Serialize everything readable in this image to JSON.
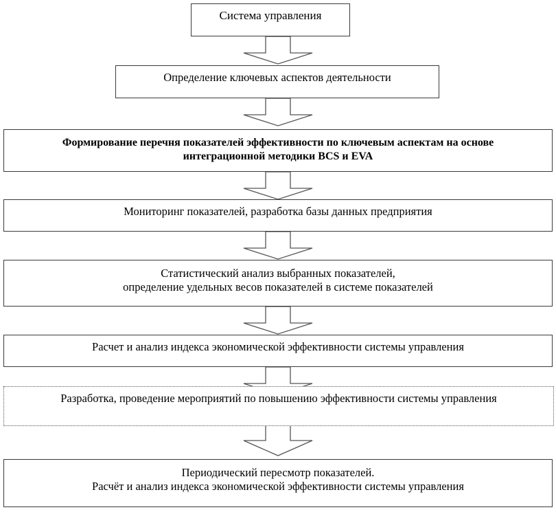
{
  "diagram": {
    "type": "flowchart",
    "orientation": "vertical-top-down",
    "language": "ru",
    "title_node": "Система управления",
    "colors": {
      "background": "#ffffff",
      "box_border": "#3a3a3a",
      "dotted_border": "#555555",
      "arrow_stroke": "#555555",
      "text": "#000000"
    },
    "nodes": [
      {
        "id": "n1",
        "label": "Система управления",
        "style": "solid",
        "emphasis": "normal"
      },
      {
        "id": "n2",
        "label": "Определение ключевых аспектов деятельности",
        "style": "solid",
        "emphasis": "normal"
      },
      {
        "id": "n3",
        "label": "Формирование  перечня показателей  эффективности по ключевым аспектам на основе\nинтеграционной методики BCS и EVA",
        "style": "solid",
        "emphasis": "bold"
      },
      {
        "id": "n4",
        "label": "Мониторинг показателей, разработка базы данных предприятия",
        "style": "solid",
        "emphasis": "normal"
      },
      {
        "id": "n5",
        "label": "Статистический анализ  выбранных показателей,\nопределение удельных весов показателей в системе показателей",
        "style": "solid",
        "emphasis": "normal"
      },
      {
        "id": "n6",
        "label": "Расчет и анализ индекса экономической эффективности системы управления",
        "style": "solid",
        "emphasis": "normal"
      },
      {
        "id": "n7",
        "label": "Разработка, проведение мероприятий по повышению эффективности системы управления",
        "style": "dotted",
        "emphasis": "normal"
      },
      {
        "id": "n8",
        "label": "Периодический пересмотр показателей.\nРасчёт и анализ индекса экономической эффективности системы управления",
        "style": "solid",
        "emphasis": "normal"
      }
    ],
    "connectors": [
      {
        "id": "c1",
        "from": "n1",
        "to": "n2",
        "shape": "block-arrow-down"
      },
      {
        "id": "c2",
        "from": "n2",
        "to": "n3",
        "shape": "block-arrow-down"
      },
      {
        "id": "c3",
        "from": "n3",
        "to": "n4",
        "shape": "block-arrow-down"
      },
      {
        "id": "c4",
        "from": "n4",
        "to": "n5",
        "shape": "block-arrow-down"
      },
      {
        "id": "c5",
        "from": "n5",
        "to": "n6",
        "shape": "block-arrow-down"
      },
      {
        "id": "c6",
        "from": "n6",
        "to": "n7",
        "shape": "block-arrow-down"
      },
      {
        "id": "c7",
        "from": "n7",
        "to": "n8",
        "shape": "block-arrow-down"
      }
    ]
  }
}
